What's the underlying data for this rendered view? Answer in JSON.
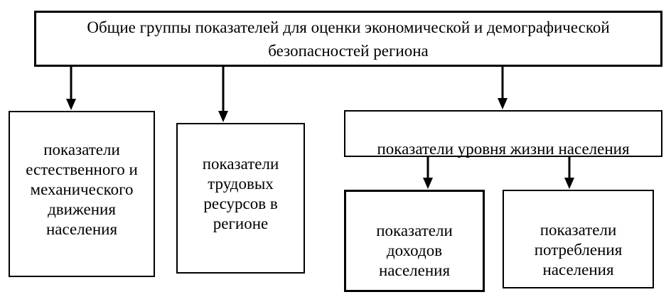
{
  "diagram": {
    "type": "flowchart",
    "language": "ru",
    "colors": {
      "background": "#ffffff",
      "box_fill": "#ffffff",
      "box_border": "#000000",
      "text": "#000000",
      "arrow": "#000000"
    },
    "nodes": {
      "root": {
        "id": "root",
        "text": "Общие группы показателей для оценки экономической и демографической\nбезопасностей региона"
      },
      "natural_mechanical": {
        "id": "natural_mechanical",
        "text": "показатели\nестественного и\nмеханического\nдвижения\nнаселения"
      },
      "labor_resources": {
        "id": "labor_resources",
        "text": "показатели\nтрудовых\nресурсов в\nрегионе"
      },
      "living_standards": {
        "id": "living_standards",
        "text": "показатели уровня жизни населения"
      },
      "income": {
        "id": "income",
        "text": "показатели\nдоходов\nнаселения"
      },
      "consumption": {
        "id": "consumption",
        "text": "показатели\nпотребления\nнаселения"
      }
    },
    "edges": [
      {
        "from": "root",
        "to": "natural_mechanical"
      },
      {
        "from": "root",
        "to": "labor_resources"
      },
      {
        "from": "root",
        "to": "living_standards"
      },
      {
        "from": "living_standards",
        "to": "income"
      },
      {
        "from": "living_standards",
        "to": "consumption"
      }
    ]
  }
}
